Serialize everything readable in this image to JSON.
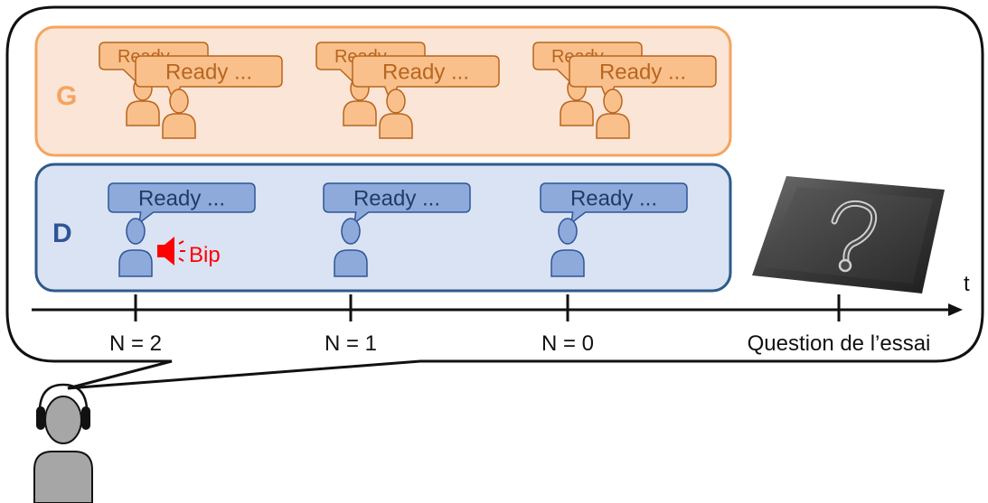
{
  "groups": {
    "g": {
      "letter": "G",
      "bubble_text": "Ready ..."
    },
    "d": {
      "letter": "D",
      "bubble_text": "Ready ..."
    }
  },
  "beep": {
    "label": "Bip"
  },
  "axis": {
    "label": "t",
    "ticks": [
      "N = 2",
      "N = 1",
      "N = 0",
      "Question de l’essai"
    ]
  },
  "colors": {
    "g_fill": "#fbe5d6",
    "g_stroke": "#f4a460",
    "g_person": "#f9c08b",
    "g_person_stroke": "#b8651f",
    "g_text": "#f4a460",
    "d_fill": "#dae3f3",
    "d_stroke": "#2e5a8a",
    "d_person": "#8eaadb",
    "d_person_stroke": "#2f5597",
    "d_text": "#2f5597",
    "beep": "#ff0000",
    "listener": "#a6a6a6"
  }
}
